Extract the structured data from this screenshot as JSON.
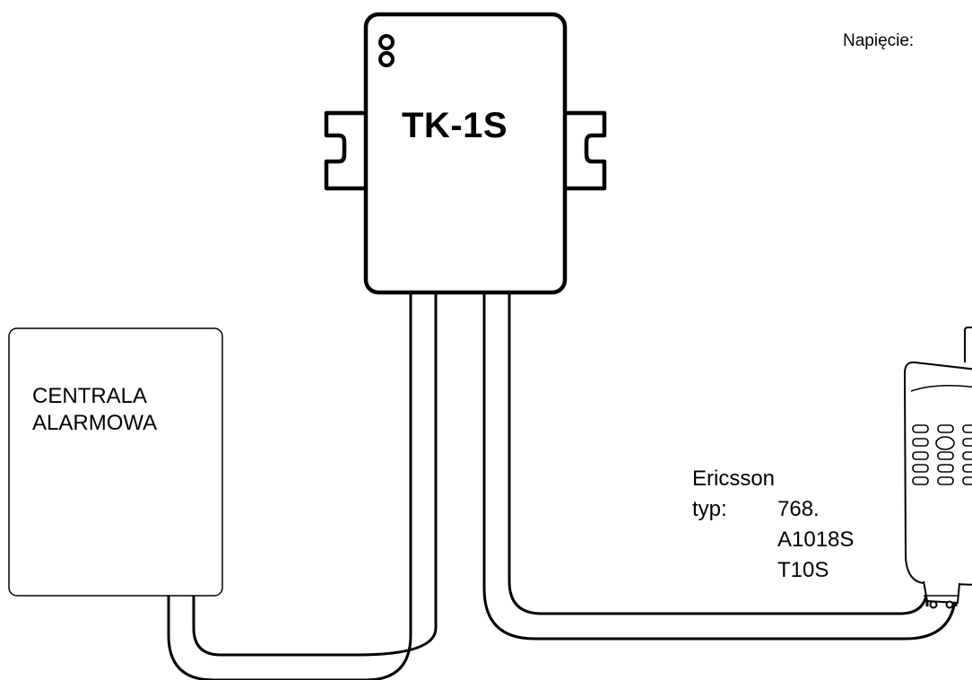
{
  "device": {
    "name": "TK-1S"
  },
  "voltage_label": "Napięcie:",
  "alarm_panel": {
    "line1": "CENTRALA",
    "line2": "ALARMOWA"
  },
  "phone": {
    "brand": "Ericsson",
    "type_label": "typ:",
    "models": [
      "768.",
      "A1018S",
      "T10S"
    ]
  },
  "colors": {
    "stroke": "#000000",
    "background": "#ffffff"
  }
}
